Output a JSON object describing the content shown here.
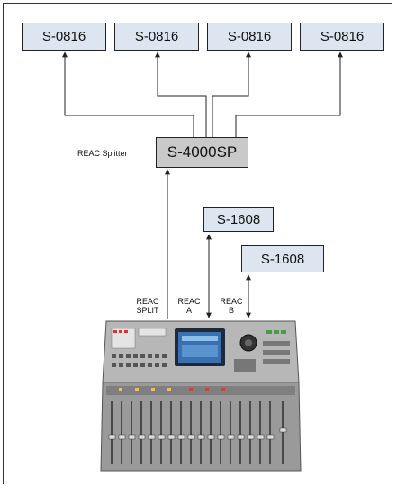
{
  "diagram": {
    "top_units": [
      {
        "label": "S-0816"
      },
      {
        "label": "S-0816"
      },
      {
        "label": "S-0816"
      },
      {
        "label": "S-0816"
      }
    ],
    "splitter": {
      "label": "S-4000SP",
      "caption": "REAC Splitter"
    },
    "stage_units": [
      {
        "label": "S-1608"
      },
      {
        "label": "S-1608"
      }
    ],
    "port_labels": {
      "split": [
        "REAC",
        "SPLIT"
      ],
      "a": [
        "REAC",
        "A"
      ],
      "b": [
        "REAC",
        "B"
      ]
    },
    "colors": {
      "unit_fill": "#dde6f0",
      "splitter_fill": "#c9c9c9",
      "line": "#222222",
      "console_body": "#9a9a9a",
      "console_screen": "#3a6fb0"
    },
    "console_icon": "digital-mixing-console"
  }
}
